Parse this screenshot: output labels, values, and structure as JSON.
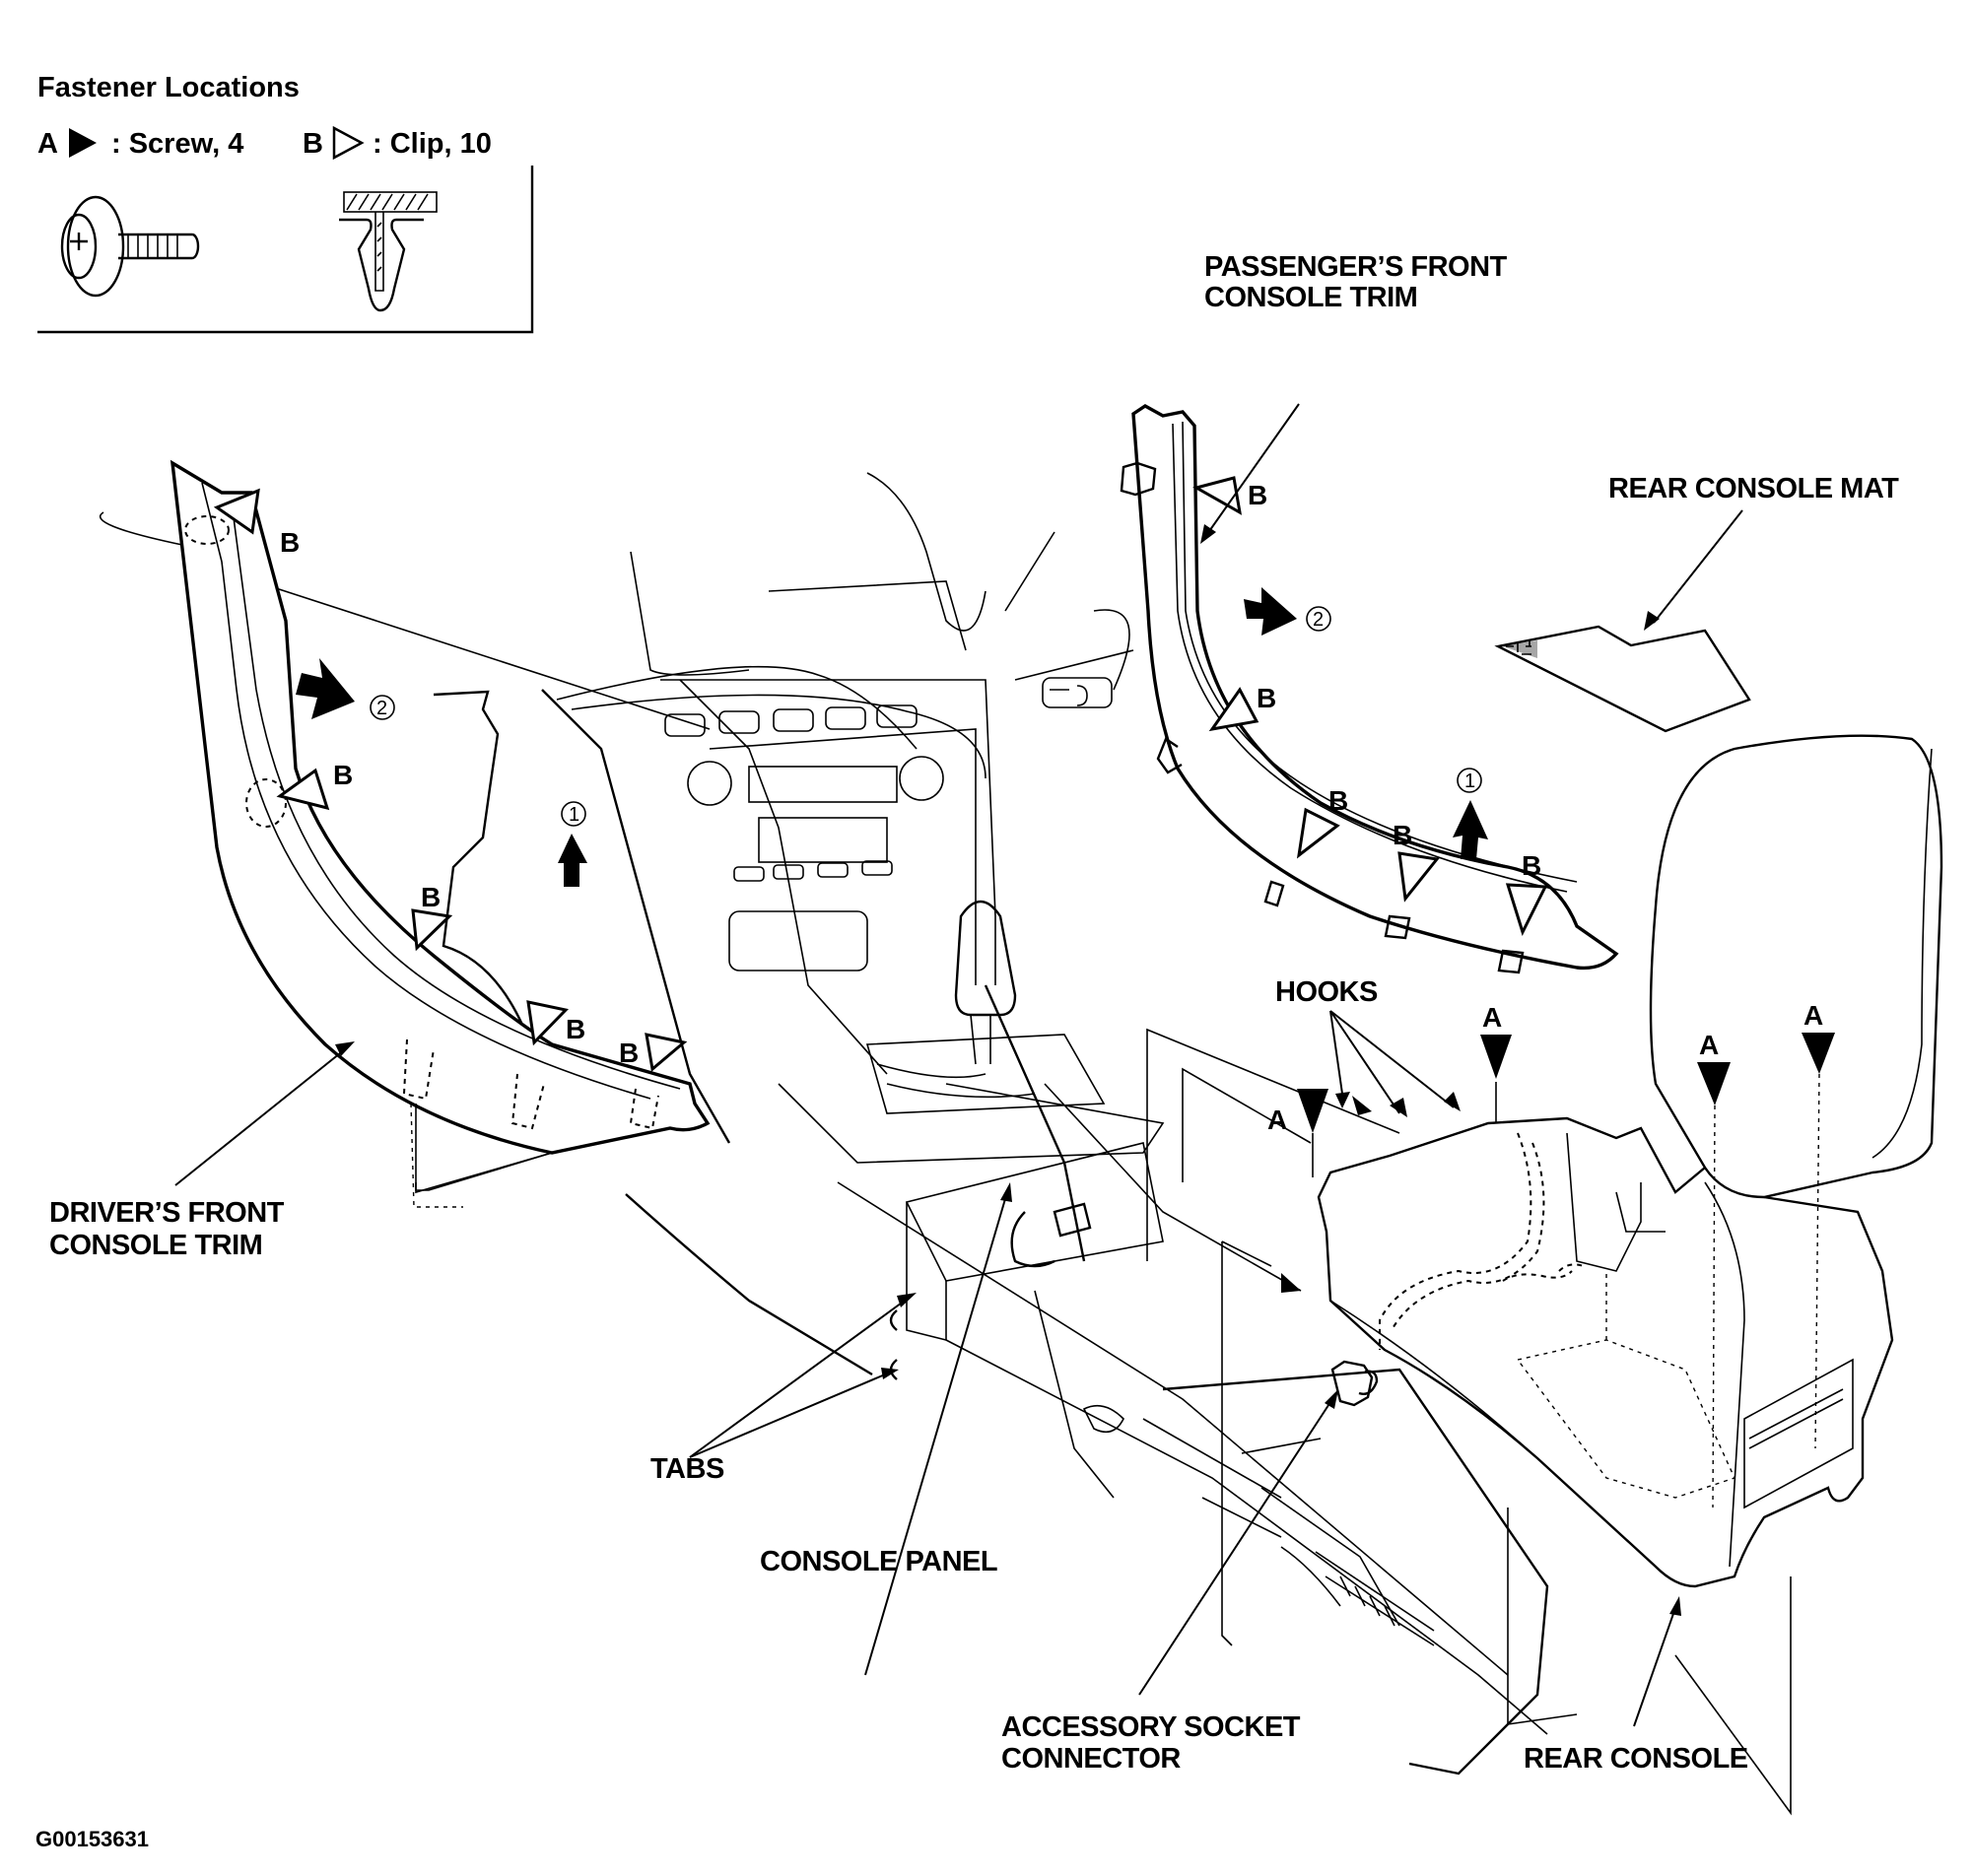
{
  "legend": {
    "title": "Fastener Locations",
    "a_key": "A",
    "a_desc": ": Screw, 4",
    "b_key": "B",
    "b_desc": ": Clip, 10",
    "icons": [
      "screw-icon",
      "clip-icon"
    ]
  },
  "labels": {
    "passenger_trim_line1": "PASSENGER’S FRONT",
    "passenger_trim_line2": "CONSOLE TRIM",
    "rear_console_mat": "REAR CONSOLE MAT",
    "driver_trim_line1": "DRIVER’S FRONT",
    "driver_trim_line2": "CONSOLE TRIM",
    "hooks": "HOOKS",
    "tabs": "TABS",
    "console_panel": "CONSOLE PANEL",
    "accessory_line1": "ACCESSORY SOCKET",
    "accessory_line2": "CONNECTOR",
    "rear_console": "REAR CONSOLE"
  },
  "markers": {
    "clip": "B",
    "screw": "A",
    "step1": "1",
    "step2": "2"
  },
  "figure_id": "G00153631"
}
